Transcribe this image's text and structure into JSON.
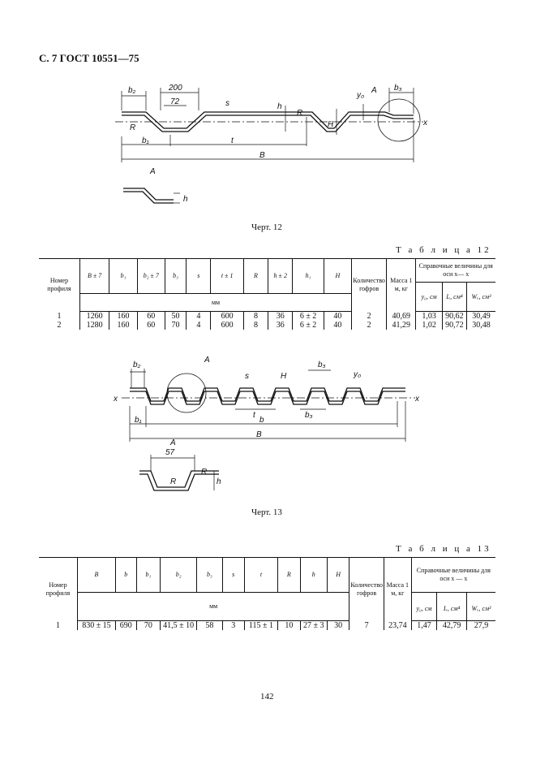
{
  "header": "С. 7 ГОСТ 10551—75",
  "figure12": {
    "caption": "Черт. 12",
    "labels": {
      "b2": "b₂",
      "d200": "200",
      "d72": "72",
      "s": "s",
      "h": "h",
      "A": "A",
      "b3": "b₃",
      "y0": "y₀",
      "x": "x",
      "R": "R",
      "H": "H",
      "b1": "b₁",
      "t": "t",
      "B": "B"
    }
  },
  "table12": {
    "title": "Т а б л и ц а  12",
    "h_num": "Номер профиля",
    "h_B": "B ± 7",
    "h_b1": "b₁",
    "h_b2": "b₂ ± 7",
    "h_b3": "b₃",
    "h_s": "s",
    "h_t": "t ± 1",
    "h_R": "R",
    "h_h": "h ± 2",
    "h_h1": "h₁",
    "h_H": "H",
    "h_count": "Количество гофров",
    "h_mass": "Масса 1 м, кг",
    "h_ref": "Справочные величины для оси x— x",
    "h_y0": "y₀, см",
    "h_Ix": "Iₓ, см⁴",
    "h_Wx": "Wₓ, см³",
    "unit": "мм",
    "rows": [
      [
        "1",
        "1260",
        "160",
        "60",
        "50",
        "4",
        "600",
        "8",
        "36",
        "6 ± 2",
        "40",
        "2",
        "40,69",
        "1,03",
        "90,62",
        "30,49"
      ],
      [
        "2",
        "1280",
        "160",
        "60",
        "70",
        "4",
        "600",
        "8",
        "36",
        "6 ± 2",
        "40",
        "2",
        "41,29",
        "1,02",
        "90,72",
        "30,48"
      ]
    ]
  },
  "figure13": {
    "caption": "Черт. 13",
    "labels": {
      "b2": "b₂",
      "A": "A",
      "s": "s",
      "H": "H",
      "b3": "b₃",
      "y0": "y₀",
      "x": "x",
      "t": "t",
      "b3b": "b₃",
      "b1": "b₁",
      "b": "b",
      "B": "B",
      "d57": "57",
      "R": "R",
      "h": "h"
    }
  },
  "table13": {
    "title": "Т а б л и ц а  13",
    "h_num": "Номер профиля",
    "h_B": "B",
    "h_b": "b",
    "h_b1": "b₁",
    "h_b2": "b₂",
    "h_b3": "b₃",
    "h_s": "s",
    "h_t": "t",
    "h_R": "R",
    "h_h": "h",
    "h_H": "H",
    "h_count": "Количество гофров",
    "h_mass": "Масса 1 м, кг",
    "h_ref": "Справочные величины для оси x — x",
    "h_y0": "y₀, см",
    "h_Ix": "Iₓ, см⁴",
    "h_Wx": "Wₓ, см³",
    "unit": "мм",
    "rows": [
      [
        "1",
        "830 ± 15",
        "690",
        "70",
        "41,5 ± 10",
        "58",
        "3",
        "115 ± 1",
        "10",
        "27 ± 3",
        "30",
        "7",
        "23,74",
        "1,47",
        "42,79",
        "27,9"
      ]
    ]
  },
  "page_number": "142"
}
